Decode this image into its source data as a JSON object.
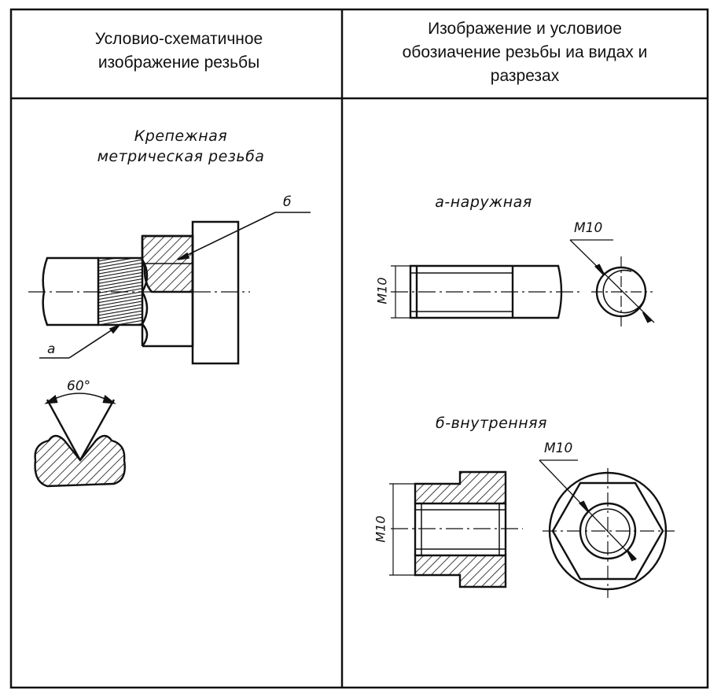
{
  "table": {
    "col1_header": [
      "Условио-схематичное",
      "изображение резьбы"
    ],
    "col2_header": [
      "Изображение и условиое",
      "обозиачение резьбы иа видах и",
      "разрезах"
    ]
  },
  "left": {
    "title": [
      "Крепежная",
      "метрическая резьба"
    ],
    "callout_a": "а",
    "callout_b": "б",
    "angle_label": "60°"
  },
  "right": {
    "external_title": "а-наружная",
    "internal_title": "б-внутренняя",
    "dim_external_side": "M10",
    "dim_external_front": "M10",
    "dim_internal_side": "M10",
    "dim_internal_front": "M10"
  }
}
